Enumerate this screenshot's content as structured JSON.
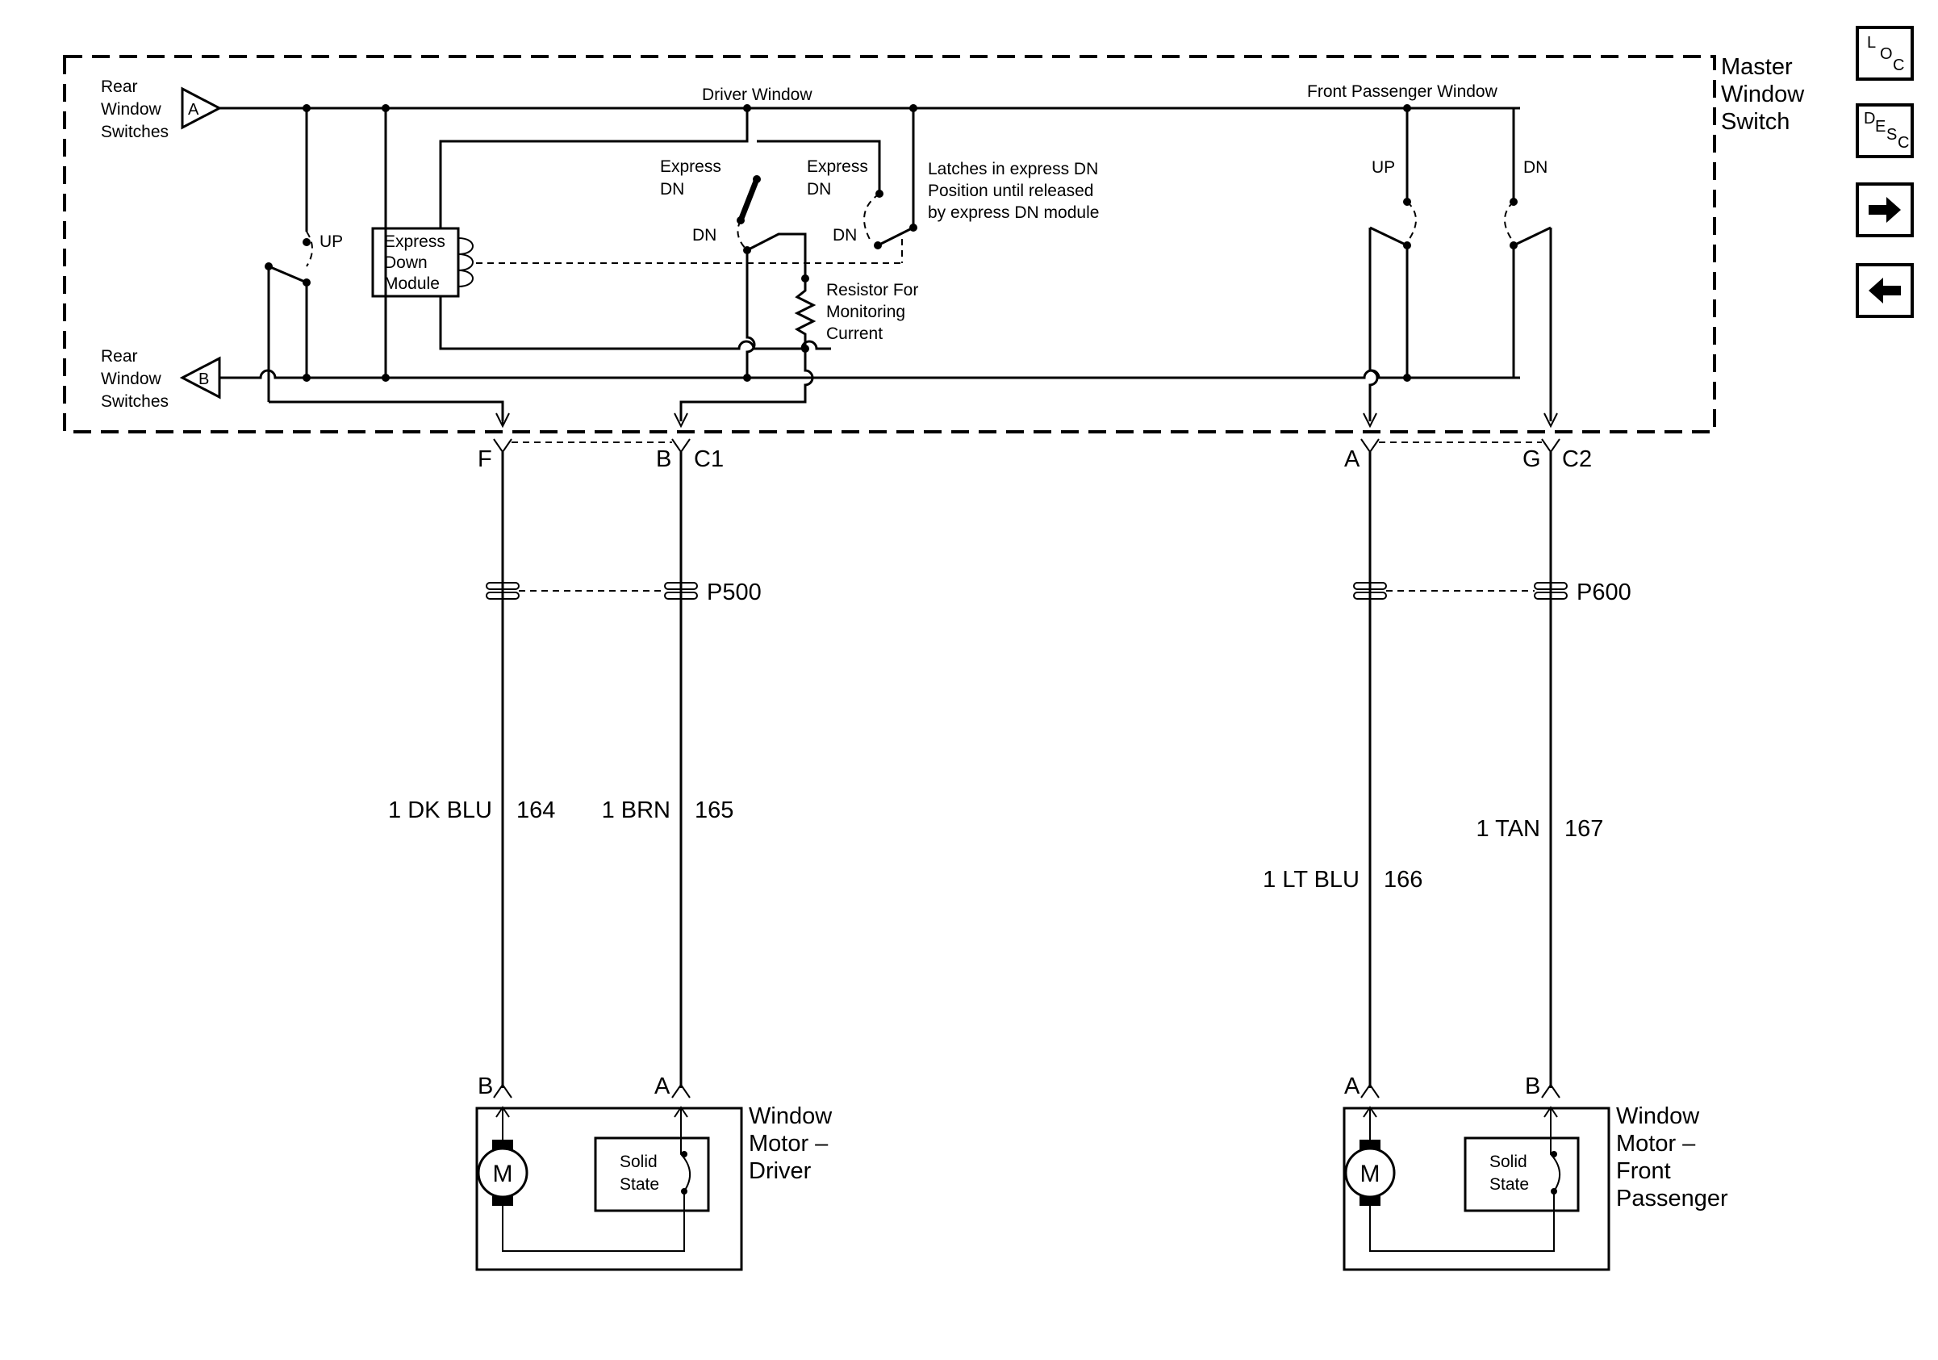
{
  "master_switch": {
    "title_lines": [
      "Master",
      "Window",
      "Switch"
    ],
    "rear_switches_top": [
      "Rear",
      "Window",
      "Switches"
    ],
    "rear_switches_bottom": [
      "Rear",
      "Window",
      "Switches"
    ],
    "connector_a": "A",
    "connector_b": "B",
    "driver_window": "Driver Window",
    "front_passenger_window": "Front Passenger Window",
    "up_label": "UP",
    "dn_label": "DN",
    "express_dn_lines": [
      "Express",
      "DN"
    ],
    "express_module_lines": [
      "Express",
      "Down",
      "Module"
    ],
    "latch_note_lines": [
      "Latches in express DN",
      "Position until released",
      "by express DN module"
    ],
    "resistor_lines": [
      "Resistor For",
      "Monitoring",
      "Current"
    ]
  },
  "connectors": {
    "c1": "C1",
    "c2": "C2",
    "pins": {
      "f": "F",
      "b": "B",
      "a": "A",
      "g": "G"
    },
    "p500": "P500",
    "p600": "P600"
  },
  "wires": [
    {
      "gauge_color": "1 DK BLU",
      "circuit": "164"
    },
    {
      "gauge_color": "1 BRN",
      "circuit": "165"
    },
    {
      "gauge_color": "1 LT BLU",
      "circuit": "166"
    },
    {
      "gauge_color": "1 TAN",
      "circuit": "167"
    }
  ],
  "motors": {
    "driver": {
      "title_lines": [
        "Window",
        "Motor –",
        "Driver"
      ],
      "pin_left": "B",
      "pin_right": "A"
    },
    "passenger": {
      "title_lines": [
        "Window",
        "Motor –",
        "Front",
        "Passenger"
      ],
      "pin_left": "A",
      "pin_right": "B"
    },
    "motor_symbol": "M",
    "solid_state_lines": [
      "Solid",
      "State"
    ]
  },
  "nav_buttons": {
    "loc": [
      "L",
      "O",
      "C"
    ],
    "desc": [
      "D",
      "E",
      "S",
      "C"
    ],
    "next_icon": "right-arrow-icon",
    "prev_icon": "left-arrow-icon"
  }
}
